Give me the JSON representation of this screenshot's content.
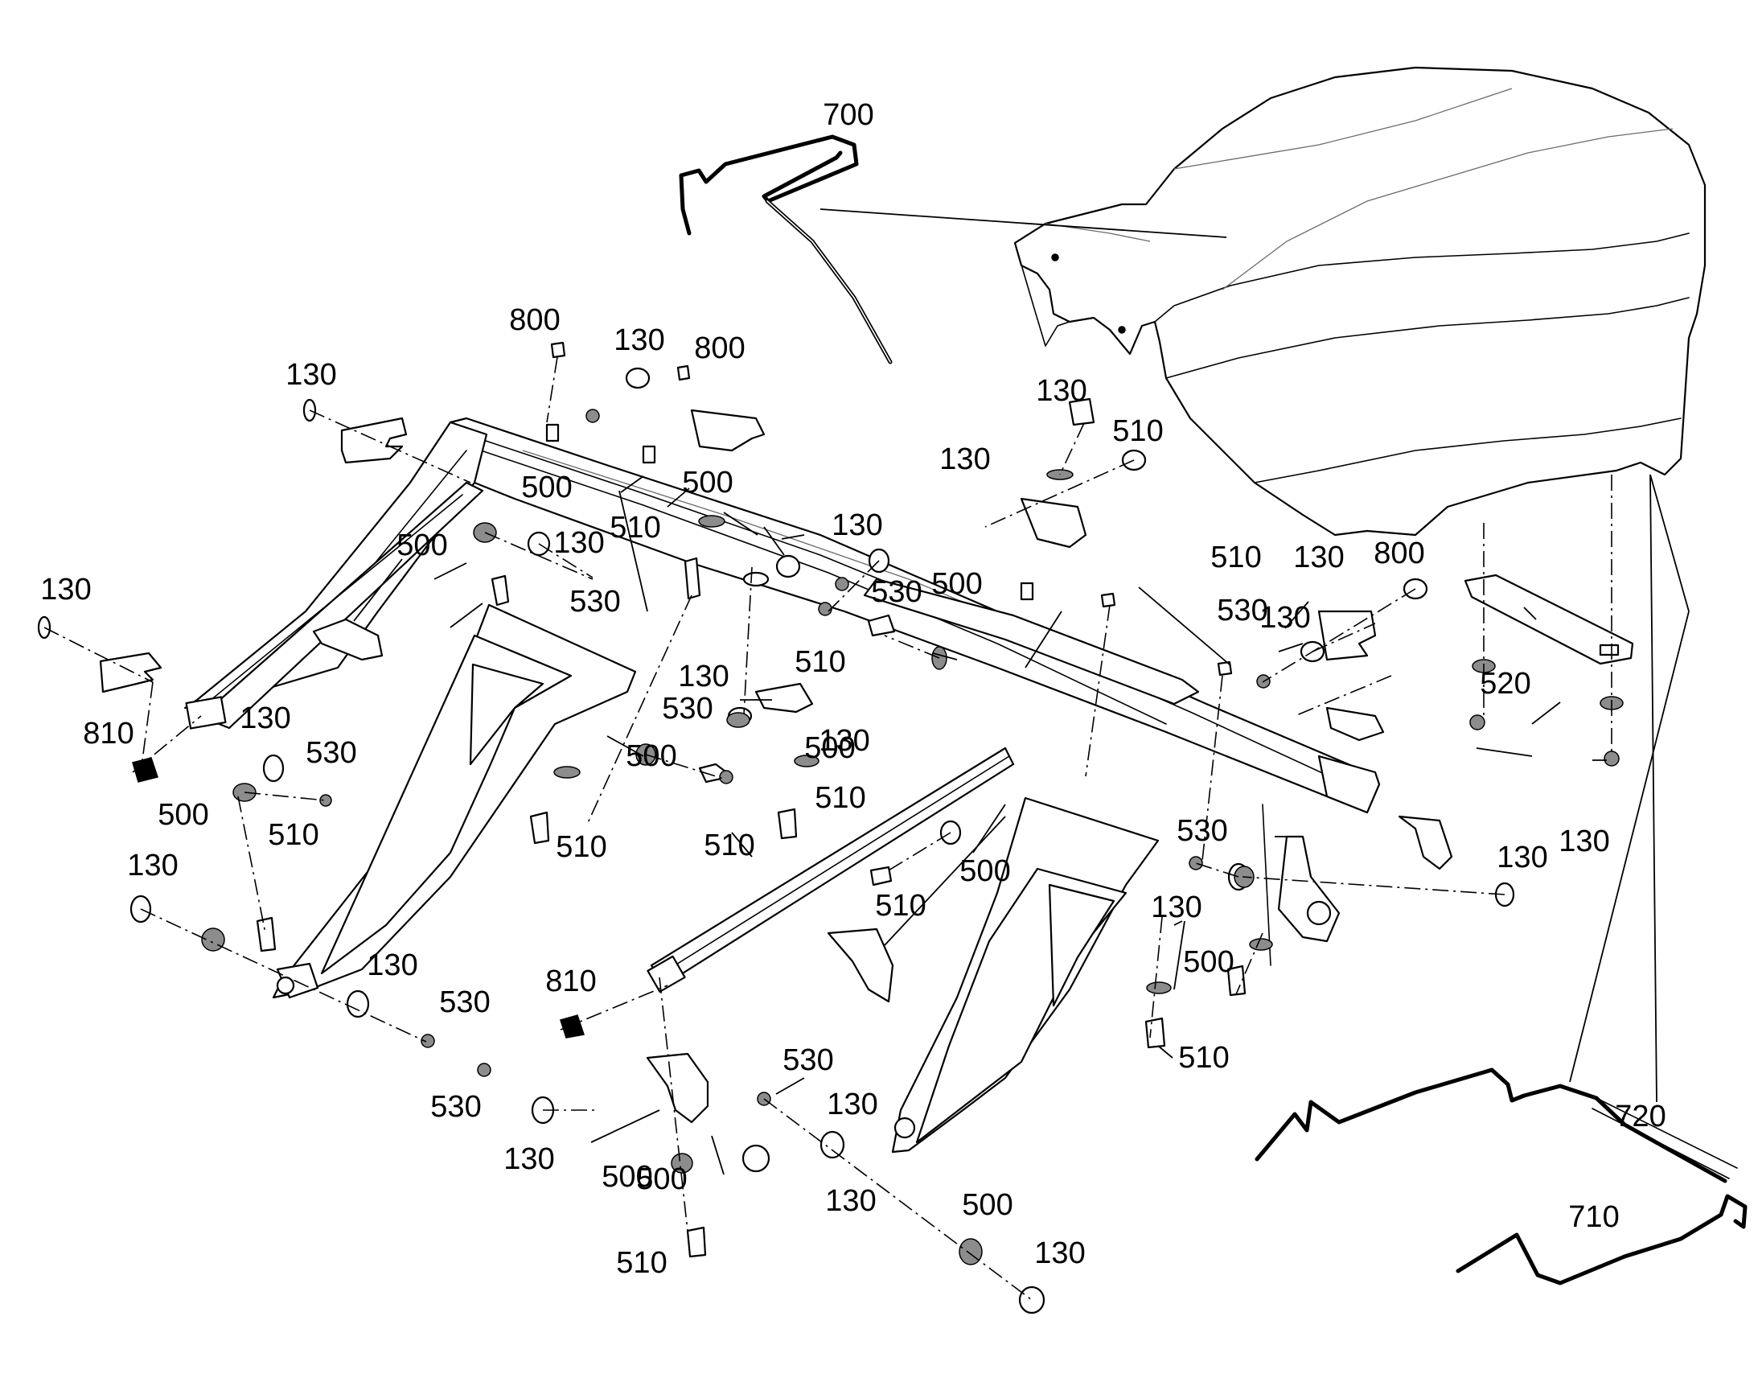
{
  "callouts": [
    "700",
    "800",
    "130",
    "800",
    "130",
    "510",
    "130",
    "130",
    "500",
    "500",
    "510",
    "130",
    "500",
    "130",
    "530",
    "510",
    "530",
    "130",
    "500",
    "800",
    "530",
    "130",
    "130",
    "130",
    "510",
    "520",
    "810",
    "130",
    "530",
    "130",
    "500",
    "500",
    "530",
    "500",
    "510",
    "530",
    "510",
    "510",
    "510",
    "130",
    "130",
    "510",
    "500",
    "130",
    "500",
    "130",
    "530",
    "810",
    "530",
    "500",
    "510",
    "720",
    "530",
    "130",
    "130",
    "500",
    "130",
    "710",
    "500",
    "510",
    "130",
    "130"
  ]
}
